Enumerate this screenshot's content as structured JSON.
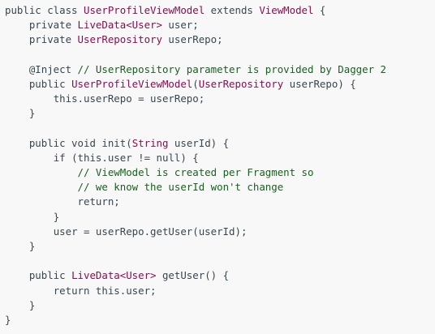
{
  "colors": {
    "background": "#f8f8f8",
    "text": "#37474f",
    "type": "#880e4f",
    "comment": "#1b5e20"
  },
  "code": {
    "lines": [
      [
        {
          "t": "keyword",
          "v": "public class "
        },
        {
          "t": "type",
          "v": "UserProfileViewModel"
        },
        {
          "t": "keyword",
          "v": " extends "
        },
        {
          "t": "type",
          "v": "ViewModel"
        },
        {
          "t": "punct",
          "v": " {"
        }
      ],
      [
        {
          "t": "ident",
          "v": "    "
        },
        {
          "t": "keyword",
          "v": "private "
        },
        {
          "t": "type",
          "v": "LiveData<User>"
        },
        {
          "t": "ident",
          "v": " user;"
        }
      ],
      [
        {
          "t": "ident",
          "v": "    "
        },
        {
          "t": "keyword",
          "v": "private "
        },
        {
          "t": "type",
          "v": "UserRepository"
        },
        {
          "t": "ident",
          "v": " userRepo;"
        }
      ],
      [],
      [
        {
          "t": "ident",
          "v": "    "
        },
        {
          "t": "annotation",
          "v": "@Inject"
        },
        {
          "t": "ident",
          "v": " "
        },
        {
          "t": "comment",
          "v": "// UserRepository parameter is provided by Dagger 2"
        }
      ],
      [
        {
          "t": "ident",
          "v": "    "
        },
        {
          "t": "keyword",
          "v": "public "
        },
        {
          "t": "type",
          "v": "UserProfileViewModel"
        },
        {
          "t": "punct",
          "v": "("
        },
        {
          "t": "type",
          "v": "UserRepository"
        },
        {
          "t": "ident",
          "v": " userRepo"
        },
        {
          "t": "punct",
          "v": ") {"
        }
      ],
      [
        {
          "t": "ident",
          "v": "        "
        },
        {
          "t": "keyword",
          "v": "this"
        },
        {
          "t": "ident",
          "v": ".userRepo = userRepo;"
        }
      ],
      [
        {
          "t": "ident",
          "v": "    "
        },
        {
          "t": "punct",
          "v": "}"
        }
      ],
      [],
      [
        {
          "t": "ident",
          "v": "    "
        },
        {
          "t": "keyword",
          "v": "public void "
        },
        {
          "t": "ident",
          "v": "init"
        },
        {
          "t": "punct",
          "v": "("
        },
        {
          "t": "type",
          "v": "String"
        },
        {
          "t": "ident",
          "v": " userId"
        },
        {
          "t": "punct",
          "v": ") {"
        }
      ],
      [
        {
          "t": "ident",
          "v": "        "
        },
        {
          "t": "keyword",
          "v": "if "
        },
        {
          "t": "punct",
          "v": "("
        },
        {
          "t": "keyword",
          "v": "this"
        },
        {
          "t": "ident",
          "v": ".user != "
        },
        {
          "t": "keyword",
          "v": "null"
        },
        {
          "t": "punct",
          "v": ") {"
        }
      ],
      [
        {
          "t": "ident",
          "v": "            "
        },
        {
          "t": "comment",
          "v": "// ViewModel is created per Fragment so"
        }
      ],
      [
        {
          "t": "ident",
          "v": "            "
        },
        {
          "t": "comment",
          "v": "// we know the userId won't change"
        }
      ],
      [
        {
          "t": "ident",
          "v": "            "
        },
        {
          "t": "keyword",
          "v": "return"
        },
        {
          "t": "punct",
          "v": ";"
        }
      ],
      [
        {
          "t": "ident",
          "v": "        "
        },
        {
          "t": "punct",
          "v": "}"
        }
      ],
      [
        {
          "t": "ident",
          "v": "        "
        },
        {
          "t": "ident",
          "v": "user = userRepo.getUser(userId);"
        }
      ],
      [
        {
          "t": "ident",
          "v": "    "
        },
        {
          "t": "punct",
          "v": "}"
        }
      ],
      [],
      [
        {
          "t": "ident",
          "v": "    "
        },
        {
          "t": "keyword",
          "v": "public "
        },
        {
          "t": "type",
          "v": "LiveData<User>"
        },
        {
          "t": "ident",
          "v": " getUser"
        },
        {
          "t": "punct",
          "v": "() {"
        }
      ],
      [
        {
          "t": "ident",
          "v": "        "
        },
        {
          "t": "keyword",
          "v": "return this"
        },
        {
          "t": "ident",
          "v": ".user;"
        }
      ],
      [
        {
          "t": "ident",
          "v": "    "
        },
        {
          "t": "punct",
          "v": "}"
        }
      ],
      [
        {
          "t": "punct",
          "v": "}"
        }
      ]
    ]
  }
}
